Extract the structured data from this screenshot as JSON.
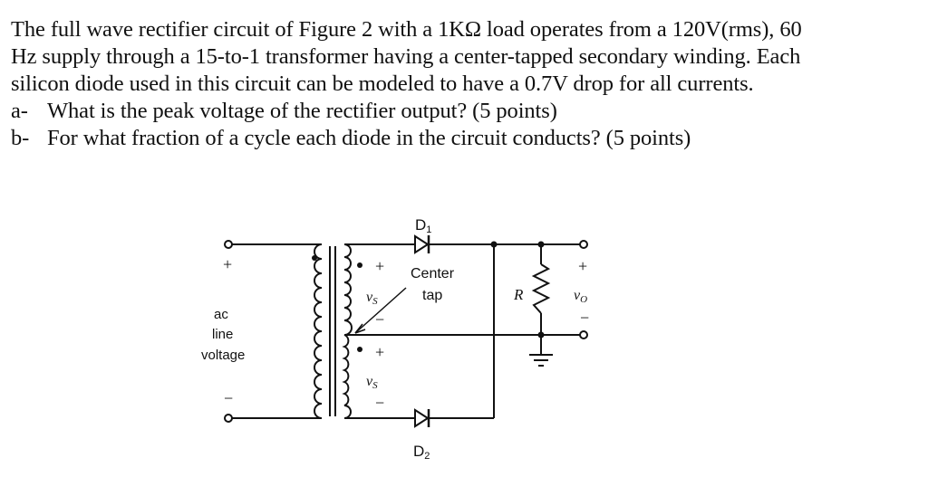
{
  "problem": {
    "intro_lines": [
      "The full wave rectifier circuit of Figure 2 with a 1KΩ load operates from a 120V(rms), 60",
      "Hz supply through a 15-to-1 transformer having a center-tapped secondary winding. Each",
      "silicon diode used in this circuit can be modeled to have a 0.7V drop for all currents."
    ],
    "questions": [
      {
        "marker": "a-",
        "text": "What is the peak voltage of the rectifier output? (5 points)"
      },
      {
        "marker": "b-",
        "text": "For what fraction of a cycle each diode in the circuit conducts? (5 points)"
      }
    ]
  },
  "figure": {
    "input": {
      "plus": "+",
      "minus": "−",
      "label_lines": [
        "ac",
        "line",
        "voltage"
      ]
    },
    "secondary_top": {
      "plus": "+",
      "symbol": "v",
      "subscript": "S",
      "minus": "−"
    },
    "secondary_bottom": {
      "plus": "+",
      "symbol": "v",
      "subscript": "S",
      "minus": "−"
    },
    "diode_top": {
      "letter": "D",
      "subscript": "1"
    },
    "diode_bottom": {
      "letter": "D",
      "subscript": "2"
    },
    "center_tap_lines": [
      "Center",
      "tap"
    ],
    "resistor_label": "R",
    "output": {
      "plus": "+",
      "symbol": "v",
      "subscript": "O",
      "minus": "−"
    }
  }
}
